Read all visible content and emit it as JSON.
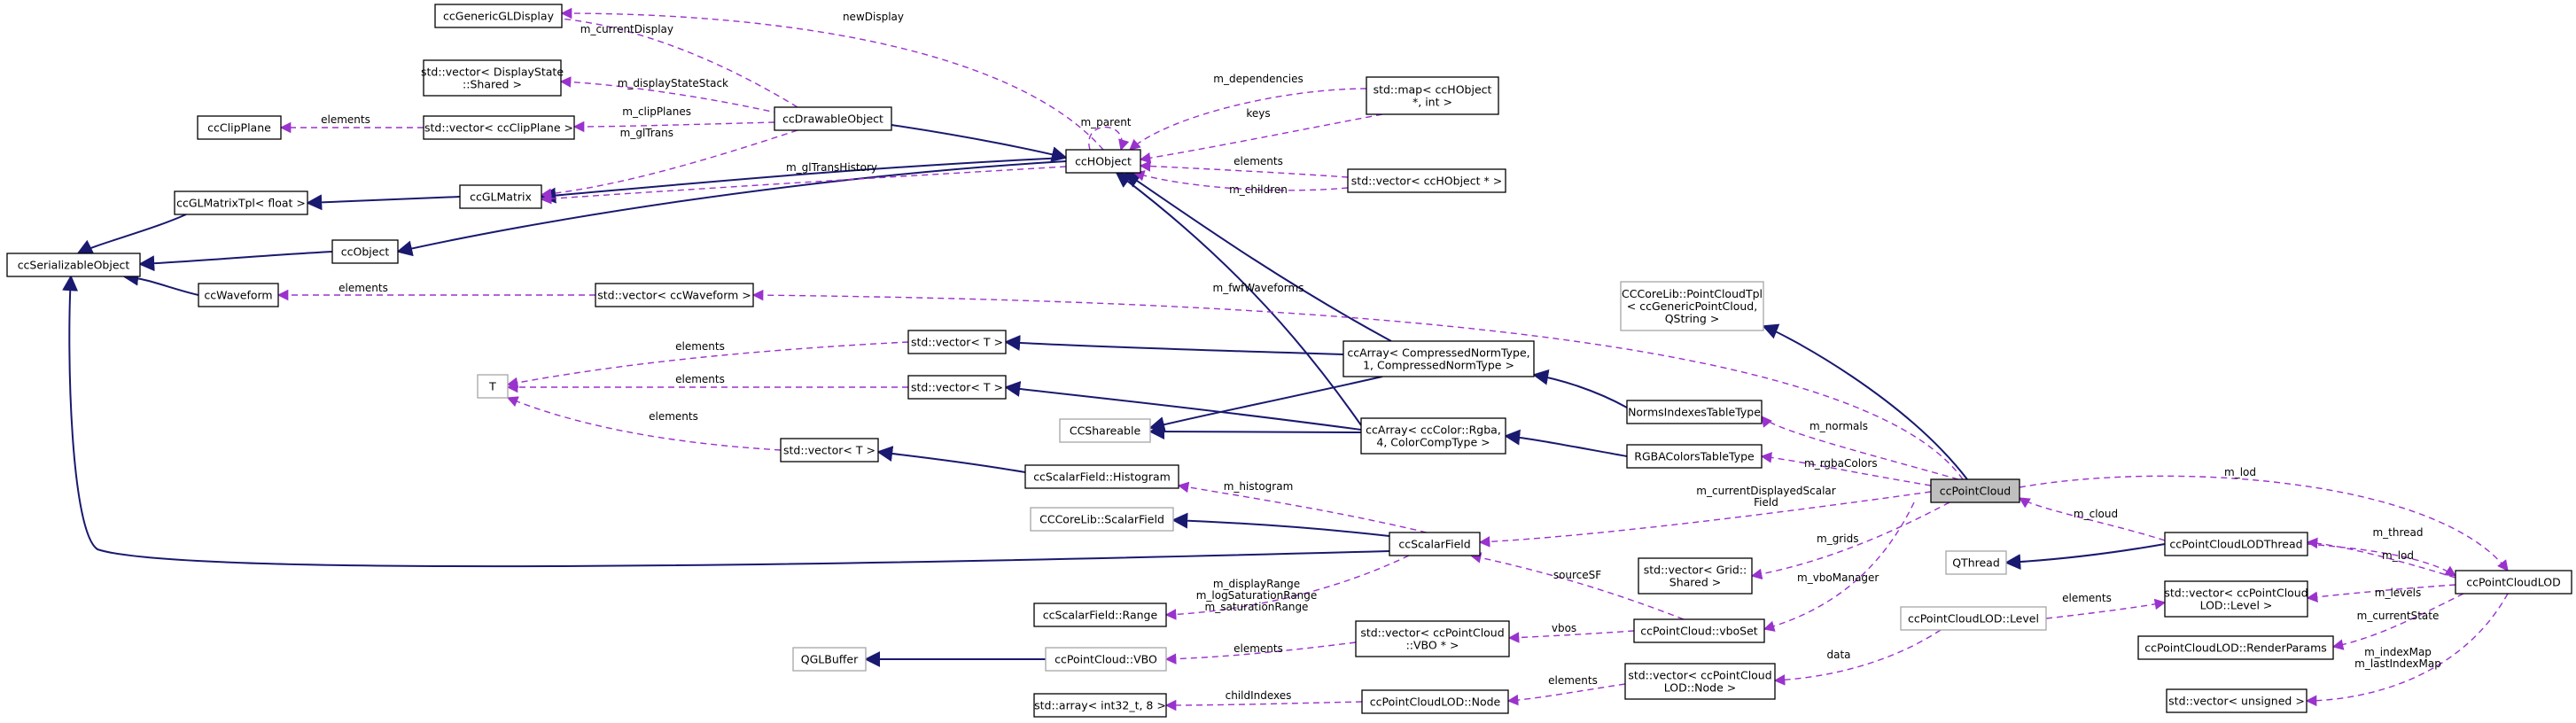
{
  "colors": {
    "inheritance": "#191970",
    "usage": "#9a32cd",
    "focus_fill": "#bfbfbf",
    "node_border": "#000000",
    "external_border": "#a6a6a6"
  },
  "nodes": {
    "ccGenericGLDisplay": [
      "ccGenericGLDisplay"
    ],
    "vecDisplayState": [
      "std::vector< DisplayState",
      "::Shared >"
    ],
    "ccClipPlane": [
      "ccClipPlane"
    ],
    "vecClipPlane": [
      "std::vector< ccClipPlane >"
    ],
    "ccGLMatrixTpl": [
      "ccGLMatrixTpl< float >"
    ],
    "ccGLMatrix": [
      "ccGLMatrix"
    ],
    "ccSerializableObject": [
      "ccSerializableObject"
    ],
    "ccObject": [
      "ccObject"
    ],
    "ccWaveform": [
      "ccWaveform"
    ],
    "vecWaveform": [
      "std::vector< ccWaveform >"
    ],
    "ccDrawableObject": [
      "ccDrawableObject"
    ],
    "ccHObject": [
      "ccHObject"
    ],
    "mapHObject": [
      "std::map< ccHObject",
      "*, int >"
    ],
    "vecHObject": [
      "std::vector< ccHObject * >"
    ],
    "T": [
      "T"
    ],
    "vecT1": [
      "std::vector< T >"
    ],
    "vecT2": [
      "std::vector< T >"
    ],
    "vecT3": [
      "std::vector< T >"
    ],
    "CCShareable": [
      "CCShareable"
    ],
    "ccArrayNorm": [
      "ccArray< CompressedNormType,",
      "1, CompressedNormType >"
    ],
    "ccArrayRgba": [
      "ccArray< ccColor::Rgba,",
      "4, ColorCompType >"
    ],
    "pointCloudTpl": [
      "CCCoreLib::PointCloudTpl",
      "< ccGenericPointCloud,",
      "QString >"
    ],
    "normsTable": [
      "NormsIndexesTableType"
    ],
    "rgbaTable": [
      "RGBAColorsTableType"
    ],
    "histogram": [
      "ccScalarField::Histogram"
    ],
    "coreScalarField": [
      "CCCoreLib::ScalarField"
    ],
    "ccScalarField": [
      "ccScalarField"
    ],
    "sfRange": [
      "ccScalarField::Range"
    ],
    "qglBuffer": [
      "QGLBuffer"
    ],
    "pcVBO": [
      "ccPointCloud::VBO"
    ],
    "vecVBO": [
      "std::vector< ccPointCloud",
      "::VBO * >"
    ],
    "arrayInt": [
      "std::array< int32_t, 8 >"
    ],
    "lodNode": [
      "ccPointCloudLOD::Node"
    ],
    "vecGrid": [
      "std::vector< Grid::",
      "Shared >"
    ],
    "vboSet": [
      "ccPointCloud::vboSet"
    ],
    "lodLevel": [
      "ccPointCloudLOD::Level"
    ],
    "vecLodNode": [
      "std::vector< ccPointCloud",
      "LOD::Node >"
    ],
    "ccPointCloud": [
      "ccPointCloud"
    ],
    "qthread": [
      "QThread"
    ],
    "lodThread": [
      "ccPointCloudLODThread"
    ],
    "vecLodLevel": [
      "std::vector< ccPointCloud",
      "LOD::Level >"
    ],
    "renderParams": [
      "ccPointCloudLOD::RenderParams"
    ],
    "vecUnsigned": [
      "std::vector< unsigned >"
    ],
    "ccPointCloudLOD": [
      "ccPointCloudLOD"
    ]
  },
  "edge_labels": {
    "newDisplay": [
      "newDisplay"
    ],
    "m_currentDisplay": [
      "m_currentDisplay"
    ],
    "m_displayStateStack": [
      "m_displayStateStack"
    ],
    "m_clipPlanes": [
      "m_clipPlanes"
    ],
    "clipElements": [
      "elements"
    ],
    "m_glTrans": [
      "m_glTrans"
    ],
    "m_glTransHistory": [
      "m_glTransHistory"
    ],
    "m_parent": [
      "m_parent"
    ],
    "m_dependencies": [
      "m_dependencies"
    ],
    "keys": [
      "keys"
    ],
    "hobjElements": [
      "elements"
    ],
    "m_children": [
      "m_children"
    ],
    "waveElements": [
      "elements"
    ],
    "m_fwfWaveforms": [
      "m_fwfWaveforms"
    ],
    "tElements1": [
      "elements"
    ],
    "tElements2": [
      "elements"
    ],
    "tElements3": [
      "elements"
    ],
    "m_normals": [
      "m_normals"
    ],
    "m_rgbaColors": [
      "m_rgbaColors"
    ],
    "m_histogram": [
      "m_histogram"
    ],
    "m_currentDisplayedScalarField": [
      "m_currentDisplayedScalar",
      "Field"
    ],
    "m_grids": [
      "m_grids"
    ],
    "ranges": [
      "m_displayRange",
      "m_logSaturationRange",
      "m_saturationRange"
    ],
    "sourceSF": [
      "sourceSF"
    ],
    "m_vboManager": [
      "m_vboManager"
    ],
    "vbos": [
      "vbos"
    ],
    "vboElements": [
      "elements"
    ],
    "m_cloud": [
      "m_cloud"
    ],
    "m_lod_top": [
      "m_lod"
    ],
    "m_lod_thread": [
      "m_lod"
    ],
    "m_thread": [
      "m_thread"
    ],
    "levelElements": [
      "elements"
    ],
    "m_levels": [
      "m_levels"
    ],
    "m_currentState": [
      "m_currentState"
    ],
    "data": [
      "data"
    ],
    "nodeElements": [
      "elements"
    ],
    "childIndexes": [
      "childIndexes"
    ],
    "indexMaps": [
      "m_indexMap",
      "m_lastIndexMap"
    ]
  }
}
